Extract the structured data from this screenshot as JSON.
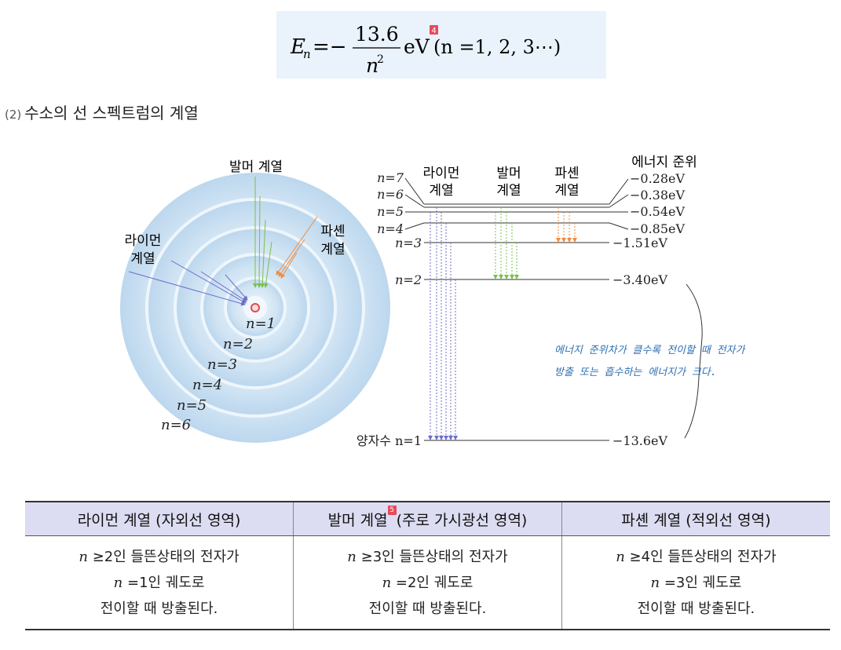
{
  "formula": {
    "lhs": "E",
    "lhs_sub": "n",
    "eq": "=−",
    "numerator": "13.6",
    "denominator": "n",
    "denominator_sup": "2",
    "unit": "eV",
    "range": "(n =1, 2, 3⋯)",
    "badge": "4"
  },
  "heading": {
    "number": "(2)",
    "text": "수소의 선 스펙트럼의 계열"
  },
  "atom": {
    "label_balmer": "발머 계열",
    "label_paschen_1": "파셴",
    "label_paschen_2": "계열",
    "label_lyman_1": "라이먼",
    "label_lyman_2": "계열",
    "orbits": [
      "n=1",
      "n=2",
      "n=3",
      "n=4",
      "n=5",
      "n=6"
    ]
  },
  "levels": {
    "header_lyman_1": "라이먼",
    "header_lyman_2": "계열",
    "header_balmer_1": "발머",
    "header_balmer_2": "계열",
    "header_paschen_1": "파셴",
    "header_paschen_2": "계열",
    "header_energy": "에너지 준위",
    "left_labels": [
      "n=7",
      "n=6",
      "n=5",
      "n=4",
      "n=3",
      "n=2"
    ],
    "bottom_label": "양자수 n=1",
    "energies": [
      "−0.28eV",
      "−0.38eV",
      "−0.54eV",
      "−0.85eV",
      "−1.51eV",
      "−3.40eV",
      "−13.6eV"
    ],
    "note_1": "에너지 준위차가 클수록 전이할 때 전자가",
    "note_2": "방출 또는 흡수하는 에너지가 크다."
  },
  "table": {
    "headers": [
      {
        "text": "라이먼 계열 (자외선 영역)"
      },
      {
        "text": "발머 계열",
        "badge": "5",
        "suffix": "(주로 가시광선 영역)"
      },
      {
        "text": "파셴 계열 (적외선 영역)"
      }
    ],
    "rows": [
      {
        "n": "n",
        "line1": "≥2인 들뜬상태의 전자가",
        "line2": "=1인 궤도로",
        "line3": "전이할 때 방출된다."
      },
      {
        "n": "n",
        "line1": "≥3인 들뜬상태의 전자가",
        "line2": "=2인 궤도로",
        "line3": "전이할 때 방출된다."
      },
      {
        "n": "n",
        "line1": "≥4인 들뜬상태의 전자가",
        "line2": "=3인 궤도로",
        "line3": "전이할 때 방출된다."
      }
    ]
  },
  "colors": {
    "lyman": "#6d6fc9",
    "balmer": "#7bbf4b",
    "paschen": "#f28a3c",
    "handwriting": "#2f6fb2",
    "header_bg": "#dcdcf2"
  }
}
